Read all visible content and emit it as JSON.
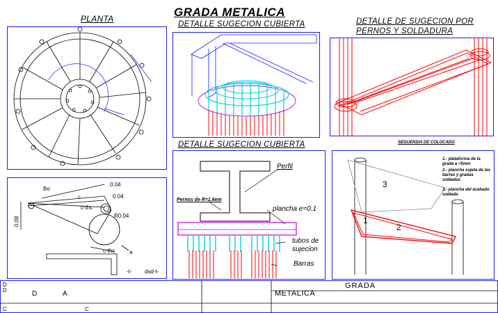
{
  "titles": {
    "main": "GRADA METALICA",
    "planta": "PLANTA",
    "detalle_cubierta_1": "DETALLE SUGECION CUBIERTA",
    "detalle_pernos": "DETALLE DE SUGECION POR PERNOS Y SOLDADURA",
    "detalle_cubierta_2": "DETALLE SUGECION CUBIERTA",
    "secuencia": "SEGUENSIA DE COLOCADO"
  },
  "detail_labels": {
    "perfil": "Perfil",
    "pernos": "Pernos de R=1.6em",
    "plancha": "plancha e=0.1",
    "tubos": "tubos de sujecion",
    "barras": "Barras"
  },
  "dims": {
    "bo": "Bo",
    "c": "c",
    "d004_1": "0.04",
    "d004_2": "0.04",
    "chc": "c-thc",
    "r004": "R0.04",
    "d008": "0.08",
    "cthc_low": "c-thc",
    "a": "a",
    "t1": "-t-",
    "dsd": "dsd-t-"
  },
  "sequence": {
    "notes": [
      "1.- plataforma de la grada e =5mm",
      "2.- plancha sujeta de las barras y gradas soldadas",
      "3.- plancha del acabado soldada"
    ],
    "n1": "1",
    "n2": "2",
    "n3": "3"
  },
  "title_block": {
    "d1": "D",
    "d2": "D",
    "d3": "D",
    "a": "A",
    "c1": "C",
    "c2": "C",
    "grada": "GRADA",
    "metalica": "METALICA"
  },
  "colors": {
    "frame": "#1a1aff",
    "cyan": "#00d0e0",
    "magenta": "#d000d0",
    "red": "#ff0000",
    "black": "#000000"
  }
}
